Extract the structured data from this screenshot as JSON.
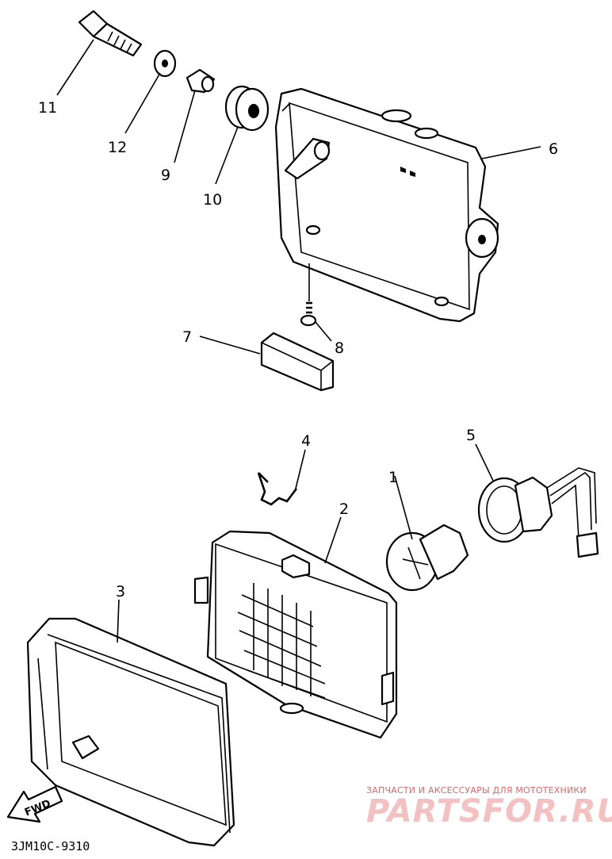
{
  "callouts": {
    "p1": "1",
    "p2": "2",
    "p3": "3",
    "p4": "4",
    "p5": "5",
    "p6": "6",
    "p7": "7",
    "p8": "8",
    "p9": "9",
    "p10": "10",
    "p11": "11",
    "p12": "12"
  },
  "drawing_code": "3JM10C-9310",
  "fwd_label": "FWD",
  "watermark": {
    "tagline": "ЗАПЧАСТИ И АКСЕССУАРЫ ДЛЯ МОТОТЕХНИКИ",
    "logo": "PARTSFOR.RU"
  },
  "colors": {
    "ink": "#000000",
    "paper": "#ffffff",
    "watermark": "#f3c1c1"
  }
}
